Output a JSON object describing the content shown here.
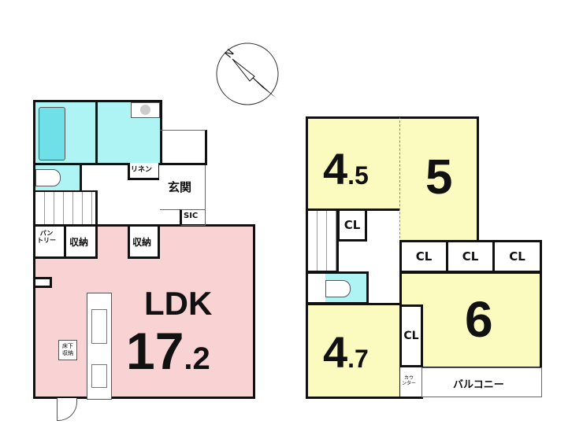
{
  "compass": {
    "label": "N"
  },
  "floor1": {
    "ldk_label": "LDK",
    "ldk_size_int": "17",
    "ldk_size_dec": ".2",
    "entrance": "玄関",
    "linen": "リネン",
    "sic": "SIC",
    "pantry_line1": "パン",
    "pantry_line2": "トリー",
    "storage1": "収納",
    "storage2": "収納",
    "underfloor_line1": "床下",
    "underfloor_line2": "収納"
  },
  "floor2": {
    "room_45_int": "4",
    "room_45_dec": ".5",
    "room_5": "5",
    "room_6": "6",
    "room_47_int": "4",
    "room_47_dec": ".7",
    "closets": [
      "CL",
      "CL",
      "CL",
      "CL",
      "CL"
    ],
    "counter_line1": "カウ",
    "counter_line2": "ンター",
    "balcony": "バルコニー"
  }
}
